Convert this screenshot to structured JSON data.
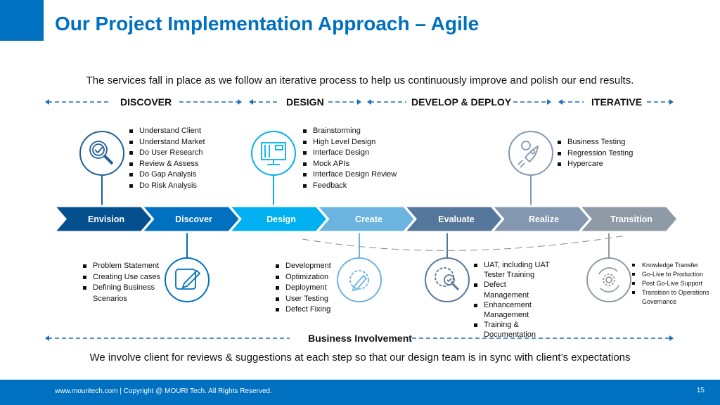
{
  "header": {
    "title": "Our Project Implementation Approach – Agile"
  },
  "subtitle": "The services fall in place as we follow an iterative process to help us continuously improve and polish our end results.",
  "phases": [
    "DISCOVER",
    "DESIGN",
    "DEVELOP & DEPLOY",
    "ITERATIVE"
  ],
  "stages": [
    {
      "label": "Envision",
      "color": "#04508f"
    },
    {
      "label": "Discover",
      "color": "#0070c0"
    },
    {
      "label": "Design",
      "color": "#00b0f0"
    },
    {
      "label": "Create",
      "color": "#6cb4e0"
    },
    {
      "label": "Evaluate",
      "color": "#56779c"
    },
    {
      "label": "Realize",
      "color": "#8497b0"
    },
    {
      "label": "Transition",
      "color": "#8e9aa6"
    }
  ],
  "lists": {
    "envision": [
      "Understand Client",
      "Understand Market",
      "Do User Research",
      "Review & Assess",
      "Do Gap Analysis",
      "Do Risk Analysis"
    ],
    "design": [
      "Brainstorming",
      "High Level Design",
      "Interface Design",
      "Mock APIs",
      "Interface Design Review",
      "Feedback"
    ],
    "realize": [
      "Business Testing",
      "Regression Testing",
      "Hypercare"
    ],
    "discover": [
      "Problem Statement",
      "Creating Use cases",
      "Defining Business Scenarios"
    ],
    "create": [
      "Development",
      "Optimization",
      "Deployment",
      "User Testing",
      "Defect Fixing"
    ],
    "evaluate": [
      "UAT, including UAT Tester Training",
      "Defect Management",
      "Enhancement Management",
      "Training & Documentation"
    ],
    "transition": [
      "Knowledge Transfer",
      "Go-Live to Production",
      "Post Go-Live Support",
      "Transition to Operations Governance"
    ]
  },
  "business_involvement": "Business Involvement",
  "bottom_text": "We involve client for reviews & suggestions at each step so that our design team is in sync with client’s expectations",
  "footer": {
    "text": "www.mouritech.com  |  Copyright @ MOURI Tech. All Rights Reserved.",
    "page": "15"
  },
  "icons": [
    "magnifier-check-icon",
    "design-monitor-icon",
    "rocket-gear-icon",
    "pencil-edit-icon",
    "gear-pencil-icon",
    "gear-magnifier-icon",
    "gear-cycle-icon"
  ]
}
